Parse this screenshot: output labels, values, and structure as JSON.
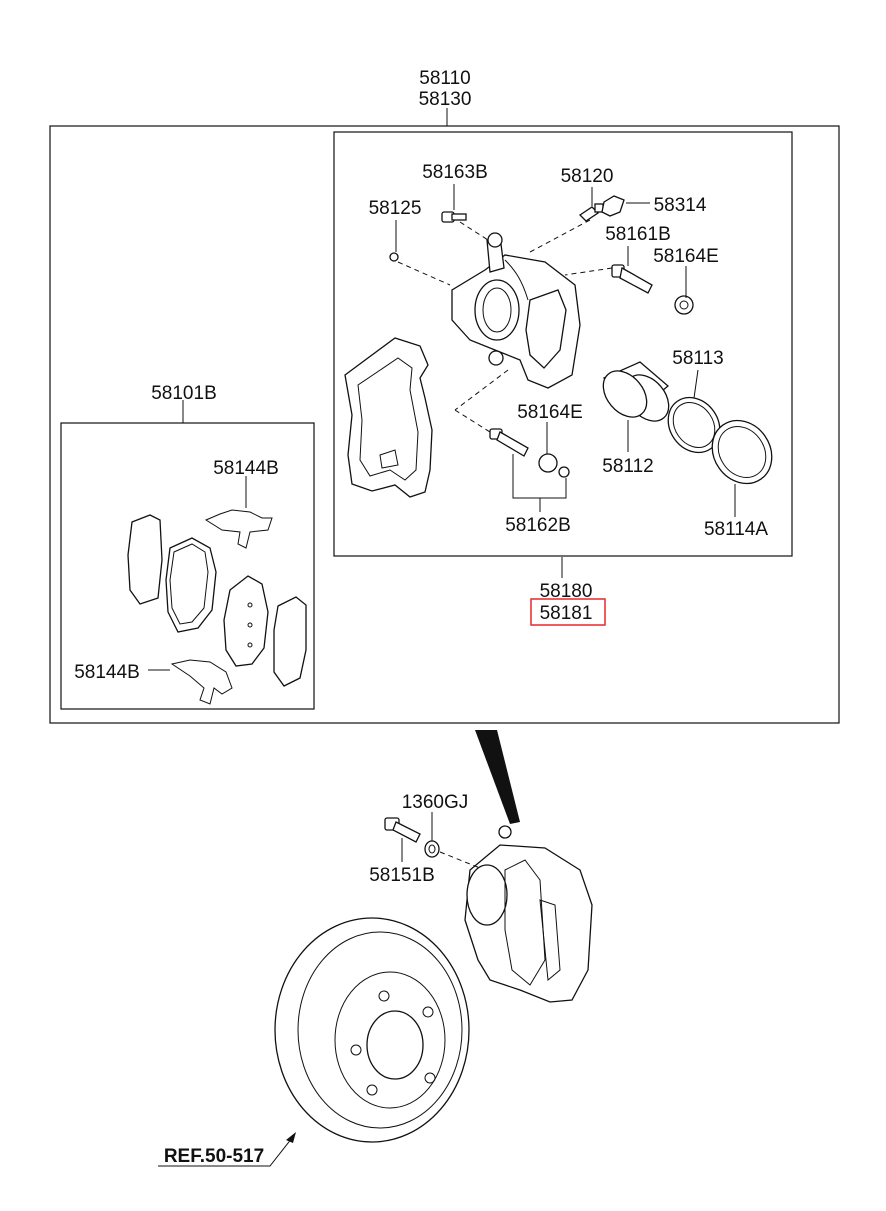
{
  "labels": {
    "assembly_1": "58110",
    "assembly_2": "58130",
    "bolt_58163B": "58163B",
    "bleeder_58120": "58120",
    "clip_58314": "58314",
    "cap_58125": "58125",
    "guide_pin_58161B": "58161B",
    "boot_58164E_upper": "58164E",
    "seal_58113": "58113",
    "boot_58164E_lower": "58164E",
    "piston_58112": "58112",
    "ring_58114A": "58114A",
    "pin_58162B": "58162B",
    "caliper_58180": "58180",
    "caliper_58181": "58181",
    "pad_kit_58101B": "58101B",
    "spring_58144B_upper": "58144B",
    "spring_58144B_lower": "58144B",
    "washer_1360GJ": "1360GJ",
    "bolt_58151B": "58151B",
    "reference": "REF.50-517"
  },
  "highlight_color": "#e8262a",
  "line_color": "#111111",
  "background_color": "#ffffff"
}
